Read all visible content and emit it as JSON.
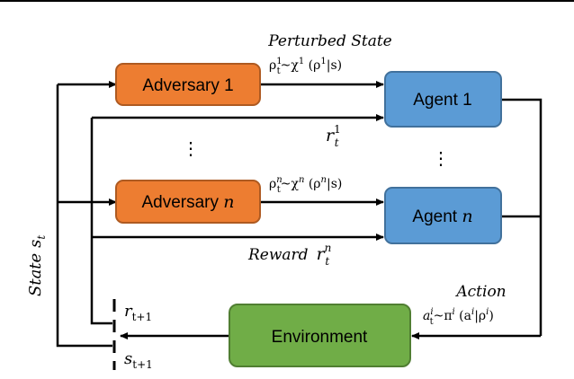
{
  "title": {
    "text": "Perturbed State"
  },
  "nodes": {
    "adversary1": {
      "label": "Adversary 1"
    },
    "adversaryN": {
      "label": "Adversary ",
      "var": "n"
    },
    "agent1": {
      "label": "Agent 1"
    },
    "agentN": {
      "label": "Agent ",
      "var": "n"
    },
    "environment": {
      "label": "Environment"
    }
  },
  "labels": {
    "perturb1": {
      "rho": "ρ",
      "sup1": "1",
      "sub1": "t",
      "tilde": "~χ",
      "sup2": "1",
      "rest": " (ρ",
      "sup3": "1",
      "tail": "|s)"
    },
    "perturbN": {
      "rho": "ρ",
      "sup1": "n",
      "sub1": "t",
      "tilde": "~χ",
      "sup2": "n",
      "rest": " (ρ",
      "sup3": "n",
      "tail": "|s)"
    },
    "reward1": {
      "r": "r",
      "sup": "1",
      "sub": "t"
    },
    "rewardN": {
      "word": "Reward",
      "r": "r",
      "sup": "n",
      "sub": "t"
    },
    "state": {
      "word": "State",
      "s": "s",
      "sub": "t"
    },
    "action": {
      "word": "Action"
    },
    "policy": {
      "a": "a",
      "sup1": "i",
      "sub1": "t",
      "tilde": "~π",
      "sup2": "i",
      "rest": " (a",
      "sup3": "i",
      "mid": "|ρ",
      "sup4": "i",
      "tail": ")"
    },
    "rNext": {
      "r": "r",
      "sub": "t+1"
    },
    "sNext": {
      "s": "s",
      "sub": "t+1"
    },
    "dots": {
      "left": "⋮",
      "right": "⋮"
    }
  },
  "colors": {
    "adversary_fill": "#ED7D31",
    "adversary_stroke": "#AE5A21",
    "agent_fill": "#5B9BD5",
    "agent_stroke": "#41719C",
    "environment_fill": "#70AD47",
    "environment_stroke": "#507E32"
  }
}
